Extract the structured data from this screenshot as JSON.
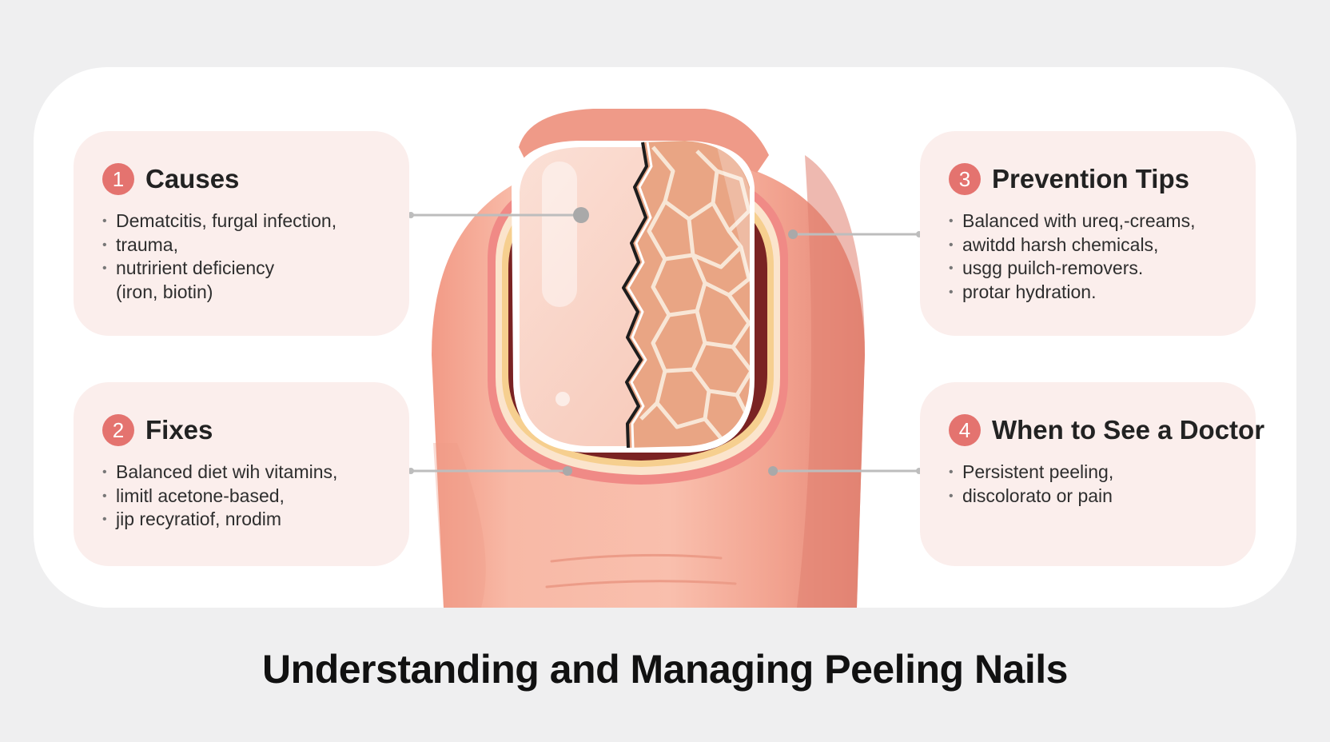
{
  "title": "Understanding and Managing Peeling Nails",
  "panels": {
    "causes": {
      "number": "1",
      "title": "Causes",
      "items": [
        "Dematcitis, furgal infection,",
        "trauma,",
        "nutririent deficiency",
        "(iron, biotin)"
      ]
    },
    "fixes": {
      "number": "2",
      "title": "Fixes",
      "items": [
        "Balanced diet wih vitamins,",
        "limitl acetone-based,",
        "jip recyratiof, nrodim"
      ]
    },
    "prevention": {
      "number": "3",
      "title": "Prevention Tips",
      "items": [
        "Balanced with ureq,-creams,",
        "awitdd harsh chemicals,",
        "usgg puilch-removers.",
        "protar hydration."
      ]
    },
    "doctor": {
      "number": "4",
      "title": "When to See a Doctor",
      "items": [
        "Persistent peeling,",
        "discolorato or pain"
      ]
    }
  },
  "colors": {
    "background": "#efeff0",
    "card": "#ffffff",
    "panel": "#fbeeec",
    "badge": "#e4736f",
    "skin": "#f7b3a2",
    "nail": "#f9d3c6",
    "peeling": "#ebab8a"
  },
  "icons": [
    "finger-nail-illustration",
    "peeling-texture",
    "crack-line",
    "connector-dot"
  ]
}
